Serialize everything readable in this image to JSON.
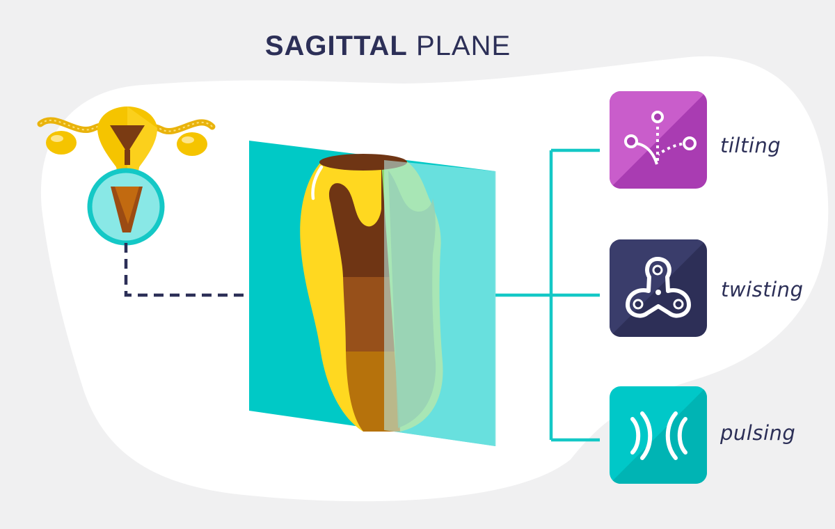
{
  "title": {
    "bold": "SAGITTAL",
    "light": "PLANE"
  },
  "modes": [
    {
      "label": "tilting",
      "icon": "branch-points-icon",
      "color": "#a93cb2"
    },
    {
      "label": "twisting",
      "icon": "fidget-spinner-icon",
      "color": "#2d2f57"
    },
    {
      "label": "pulsing",
      "icon": "pulse-waves-icon",
      "color": "#00c8c8"
    }
  ],
  "colors": {
    "background": "#f0f0f1",
    "blob": "#ffffff",
    "accent_teal": "#14c8c6",
    "navy": "#2c2f57",
    "yellow": "#ffd420",
    "brown": "#6e3414"
  }
}
